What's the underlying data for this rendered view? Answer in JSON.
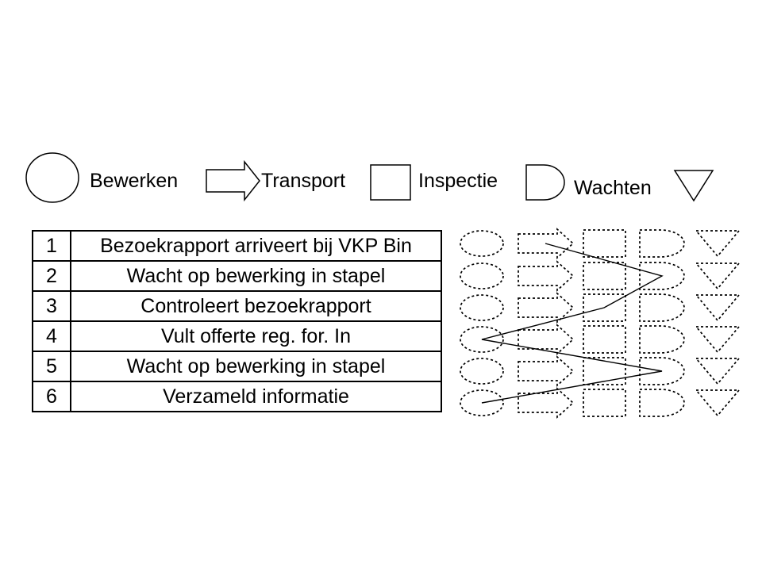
{
  "legend": {
    "items": [
      {
        "symbol": "circle",
        "label": "Bewerken"
      },
      {
        "symbol": "arrow",
        "label": "Transport"
      },
      {
        "symbol": "square",
        "label": "Inspectie"
      },
      {
        "symbol": "d-shape",
        "label": "Wachten"
      },
      {
        "symbol": "triangle",
        "label": ""
      }
    ]
  },
  "process_chart": {
    "symbol_columns": [
      "bewerken",
      "transport",
      "inspectie",
      "wachten",
      "triangle"
    ],
    "steps": [
      {
        "nr": "1",
        "description": "Bezoekrapport arriveert bij VKP Bin",
        "selected": "transport"
      },
      {
        "nr": "2",
        "description": "Wacht op bewerking in stapel",
        "selected": "wachten"
      },
      {
        "nr": "3",
        "description": "Controleert bezoekrapport",
        "selected": "inspectie"
      },
      {
        "nr": "4",
        "description": "Vult offerte reg. for. In",
        "selected": "bewerken"
      },
      {
        "nr": "5",
        "description": "Wacht op bewerking in stapel",
        "selected": "wachten"
      },
      {
        "nr": "6",
        "description": "Verzameld informatie",
        "selected": "bewerken"
      }
    ]
  },
  "colors": {
    "ink": "#000000",
    "background": "#ffffff"
  }
}
